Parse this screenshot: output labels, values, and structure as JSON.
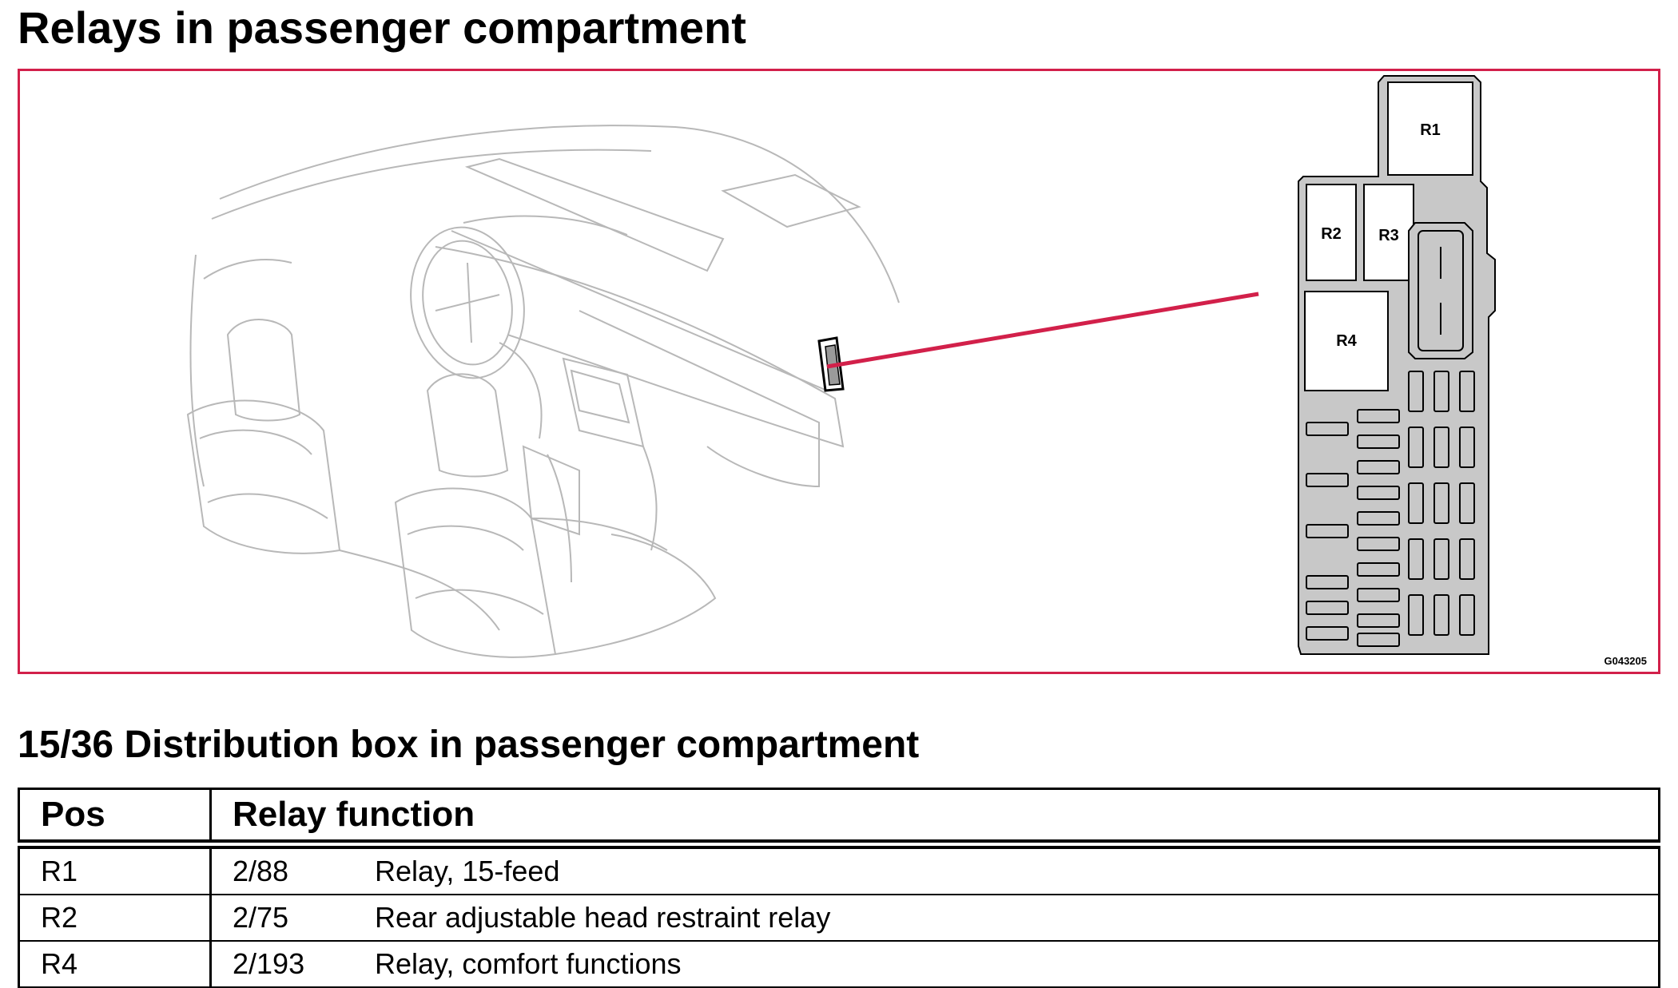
{
  "page": {
    "title": "Relays in passenger compartment",
    "subtitle": "15/36 Distribution box in passenger compartment"
  },
  "figure": {
    "code": "G043205",
    "relay_labels": [
      "R1",
      "R2",
      "R3",
      "R4"
    ],
    "frame_color": "#d2204a",
    "pointer_color": "#d2204a",
    "box_fill": "#c8c8c8"
  },
  "table": {
    "headers": {
      "pos": "Pos",
      "function": "Relay function"
    },
    "rows": [
      {
        "pos": "R1",
        "number": "2/88",
        "function": "Relay, 15-feed"
      },
      {
        "pos": "R2",
        "number": "2/75",
        "function": "Rear adjustable head restraint relay"
      },
      {
        "pos": "R4",
        "number": "2/193",
        "function": "Relay, comfort functions"
      }
    ]
  }
}
